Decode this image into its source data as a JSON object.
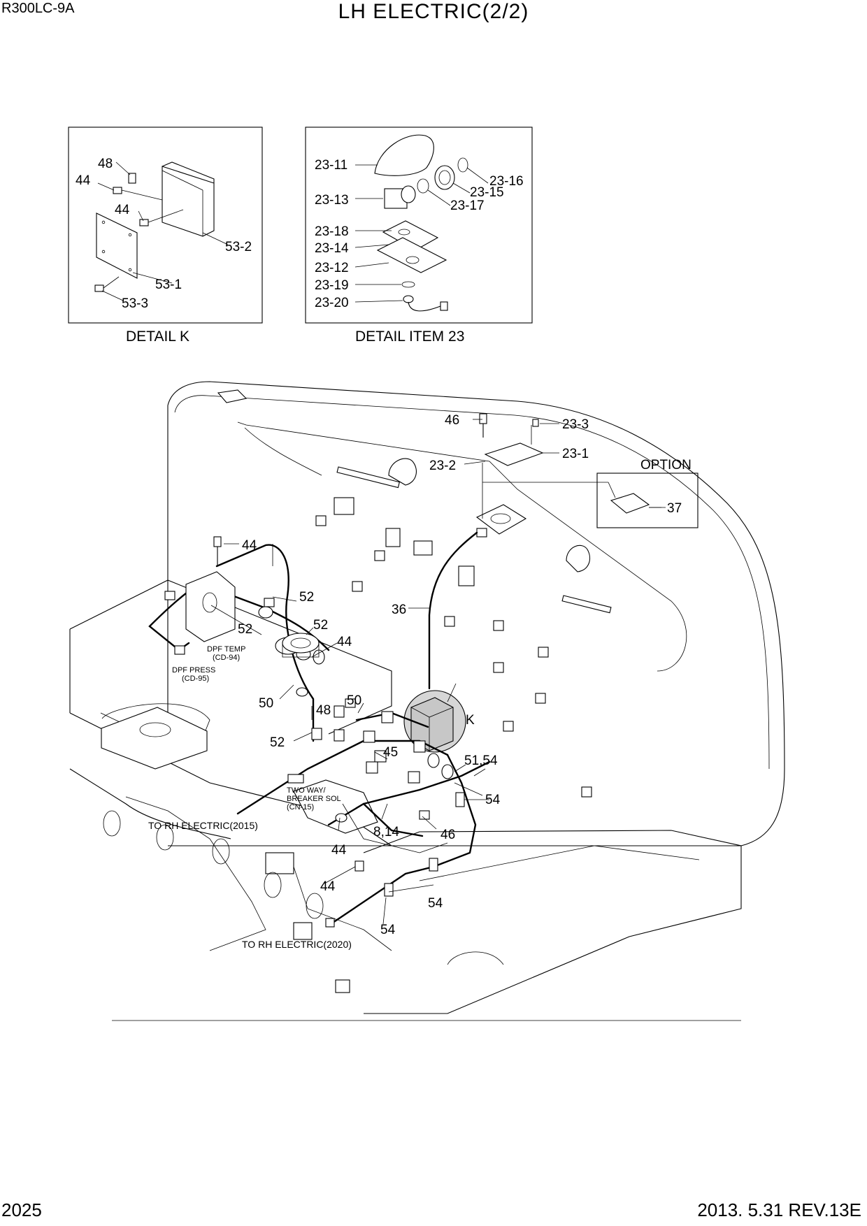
{
  "header": {
    "model": "R300LC-9A",
    "title": "LH ELECTRIC(2/2)"
  },
  "footer": {
    "page": "2025",
    "revision": "2013. 5.31  REV.13E"
  },
  "detail_k": {
    "caption": "DETAIL K",
    "labels": [
      "48",
      "44",
      "44",
      "53-2",
      "53-1",
      "53-3"
    ]
  },
  "detail_23": {
    "caption": "DETAIL ITEM 23",
    "labels": [
      "23-11",
      "23-16",
      "23-15",
      "23-13",
      "23-17",
      "23-18",
      "23-14",
      "23-12",
      "23-19",
      "23-20"
    ]
  },
  "main": {
    "labels": {
      "l46_top": "46",
      "l23_3": "23-3",
      "l23_1": "23-1",
      "l23_2": "23-2",
      "option": "OPTION",
      "l37": "37",
      "l44_a": "44",
      "l52_a": "52",
      "l52_b": "52",
      "l52_c": "52",
      "l44_b": "44",
      "l36": "36",
      "l50_a": "50",
      "l50_b": "50",
      "l48": "48",
      "l52_d": "52",
      "lK": "K",
      "l45": "45",
      "l51_54": "51,54",
      "l54_a": "54",
      "l8_14": "8,14",
      "l46_b": "46",
      "l44_c": "44",
      "l44_d": "44",
      "l54_b": "54",
      "l54_c": "54"
    },
    "notes": {
      "dpf_temp": "DPF TEMP",
      "dpf_temp_code": "(CD-94)",
      "dpf_press": "DPF PRESS",
      "dpf_press_code": "(CD-95)",
      "two_way": "TWO WAY/",
      "breaker": "BREAKER SOL",
      "breaker_code": "(CN-15)",
      "to_rh_2015": "TO RH ELECTRIC(2015)",
      "to_rh_2020": "TO RH ELECTRIC(2020)"
    }
  }
}
